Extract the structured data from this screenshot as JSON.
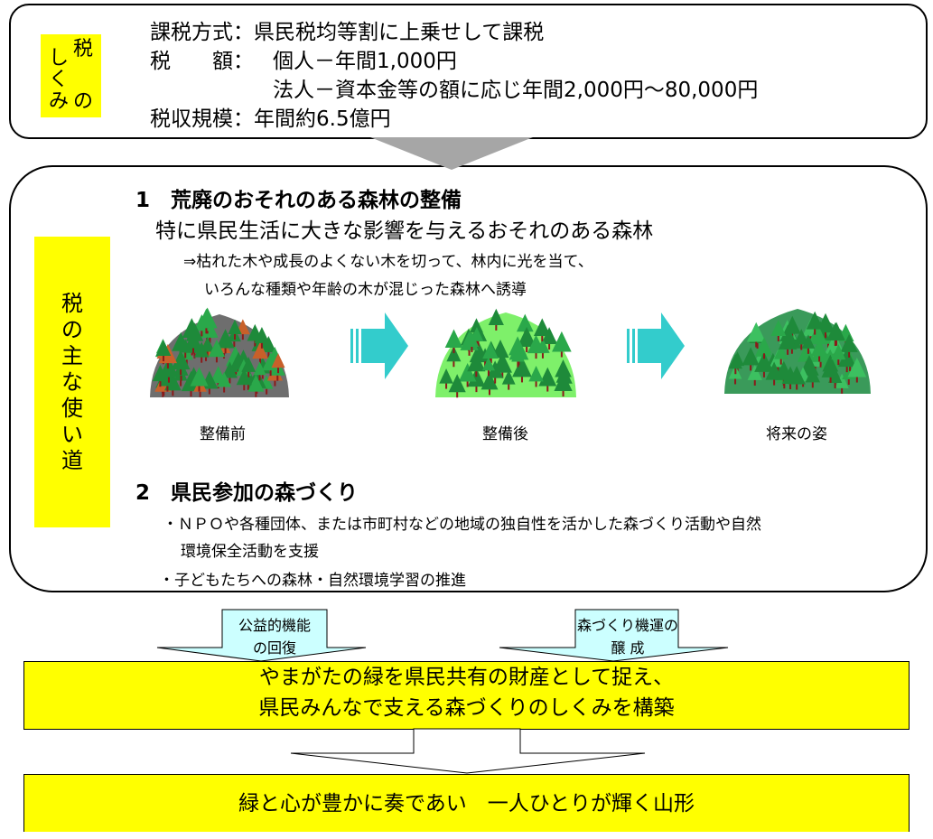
{
  "mechanism": {
    "label_chars": [
      "税",
      "し",
      "く",
      "み",
      "の"
    ],
    "taxation_method": "課税方式：県民税均等割に上乗せして課税",
    "tax_amount_label": "税　　額：",
    "tax_amount_individual": "個人－年間1,000円",
    "tax_amount_corporate": "法人－資本金等の額に応じ年間2,000円～80,000円",
    "revenue_scale": "税収規模：年間約6.5億円"
  },
  "uses": {
    "label": "税の主な使い道",
    "item1": {
      "heading": "1　荒廃のおそれのある森林の整備",
      "subheading": "特に県民生活に大きな影響を与えるおそれのある森林",
      "detail_line1": "⇒枯れた木や成長のよくない木を切って、林内に光を当て、",
      "detail_line2": "いろんな種類や年齢の木が混じった森林へ誘導",
      "stages": [
        "整備前",
        "整備後",
        "将来の姿"
      ]
    },
    "item2": {
      "heading": "2　県民参加の森づくり",
      "bullet1_line1": "・ＮＰＯや各種団体、または市町村などの地域の独自性を活かした森づくり活動や自然",
      "bullet1_line2": "環境保全活動を支援",
      "bullet2": "・子どもたちへの森林・自然環境学習の推進"
    }
  },
  "callouts": {
    "left": [
      "公益的機能",
      "の回復"
    ],
    "right": [
      "森づくり機運の",
      "醸 成"
    ]
  },
  "result": {
    "line1": "やまがたの緑を県民共有の財産として捉え、",
    "line2": "県民みんなで支える森づくりのしくみを構築"
  },
  "vision": "緑と心が豊かに奏であい　一人ひとりが輝く山形",
  "colors": {
    "highlight": "#ffff00",
    "callout_fill": "#ccffff",
    "stage_arrow": "#33cccc",
    "connector": "#a6a6a6"
  }
}
